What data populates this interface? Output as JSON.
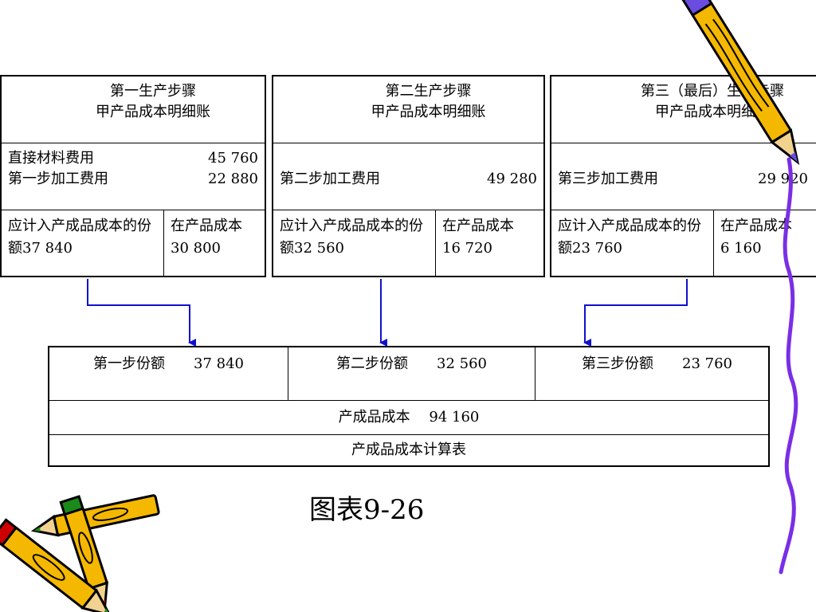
{
  "step1": {
    "title_line1": "第一生产步骤",
    "title_line2": "甲产品成本明细账",
    "material_label": "直接材料费用",
    "material_value": "45 760",
    "process_label": "第一步加工费用",
    "process_value": "22 880",
    "finished_share": "应计入产成品成本的份额37 840",
    "wip": "在产品成本30 800"
  },
  "step2": {
    "title_line1": "第二生产步骤",
    "title_line2": "甲产品成本明细账",
    "process_label": "第二步加工费用",
    "process_value": "49 280",
    "finished_share": "应计入产成品成本的份额32 560",
    "wip": "在产品成本 16 720"
  },
  "step3": {
    "title_line1": "第三（最后）生产步骤",
    "title_line2": "甲产品成本明细账",
    "process_label": "第三步加工费用",
    "process_value": "29 920",
    "finished_share": "应计入产成品成本的份额23 760",
    "wip": "在产品成本 6 160"
  },
  "summary": {
    "share1": "第一步份额　　37 840",
    "share2": "第二步份额　　32 560",
    "share3": "第三步份额　　23 760",
    "total": "产成品成本　 94 160",
    "table_title": "产成品成本计算表"
  },
  "caption": "图表9-26",
  "colors": {
    "arrow": "#1010cc",
    "pencil_body": "#f5b800",
    "pencil_red": "#cc0000",
    "pencil_green": "#1a8a1a",
    "squiggle": "#7a2ee6"
  }
}
